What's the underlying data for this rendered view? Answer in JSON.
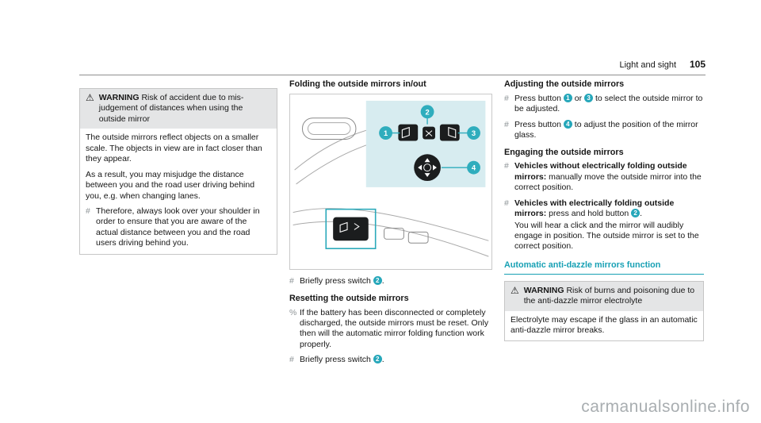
{
  "header": {
    "section": "Light and sight",
    "page_number": "105"
  },
  "watermark": "carmanualsonline.info",
  "colors": {
    "teal": "#26a7ba",
    "panel_teal": "#d7ecf0",
    "box_gray": "#e4e5e6"
  },
  "left": {
    "warning": {
      "icon": "warning-triangle",
      "label": "WARNING",
      "text": "Risk of accident due to mis-judgement of distances when using the outside mirror",
      "p1": "The outside mirrors reflect objects on a smaller scale. The objects in view are in fact closer than they appear.",
      "p2": "As a result, you may misjudge the distance between you and the road user driving behind you, e.g. when changing lanes.",
      "bullet_glyph": "#",
      "b1": "Therefore, always look over your shoulder in order to ensure that you are aware of the actual distance between you and the road users driving behind you."
    }
  },
  "middle": {
    "heading_fold": "Folding the outside mirrors in/out",
    "figure": {
      "callout1": "1",
      "callout2": "2",
      "callout3": "3",
      "callout4": "4"
    },
    "step_fold": {
      "glyph": "#",
      "pre": "Briefly press switch ",
      "num": "2",
      "post": "."
    },
    "heading_reset": "Resetting the outside mirrors",
    "note": {
      "glyph": "%",
      "text": "If the battery has been disconnected or completely discharged, the outside mirrors must be reset. Only then will the automatic mirror folding function work properly."
    },
    "step_reset": {
      "glyph": "#",
      "pre": "Briefly press switch ",
      "num": "2",
      "post": "."
    }
  },
  "right": {
    "heading_adjust": "Adjusting the outside mirrors",
    "step_a1": {
      "glyph": "#",
      "s1": "Press button ",
      "n1": "1",
      "s2": " or ",
      "n2": "3",
      "s3": " to select the outside mirror to be adjusted."
    },
    "step_a2": {
      "glyph": "#",
      "s1": "Press button ",
      "n1": "4",
      "s2": " to adjust the position of the mirror glass."
    },
    "heading_engage": "Engaging the outside mirrors",
    "step_e1": {
      "glyph": "#",
      "bold": "Vehicles without electrically folding outside mirrors:",
      "rest": " manually move the outside mirror into the correct position."
    },
    "step_e2": {
      "glyph": "#",
      "bold": "Vehicles with electrically folding outside mirrors:",
      "rest": " press and hold button ",
      "num": "2",
      "post": ".",
      "cont": "You will hear a click and the mirror will audibly engage in position. The outside mirror is set to the correct position."
    },
    "heading_antidazzle": "Automatic anti-dazzle mirrors function",
    "warning": {
      "icon": "warning-triangle",
      "label": "WARNING",
      "text": "Risk of burns and poisoning due to the anti-dazzle mirror electrolyte",
      "p1": "Electrolyte may escape if the glass in an automatic anti-dazzle mirror breaks."
    }
  }
}
